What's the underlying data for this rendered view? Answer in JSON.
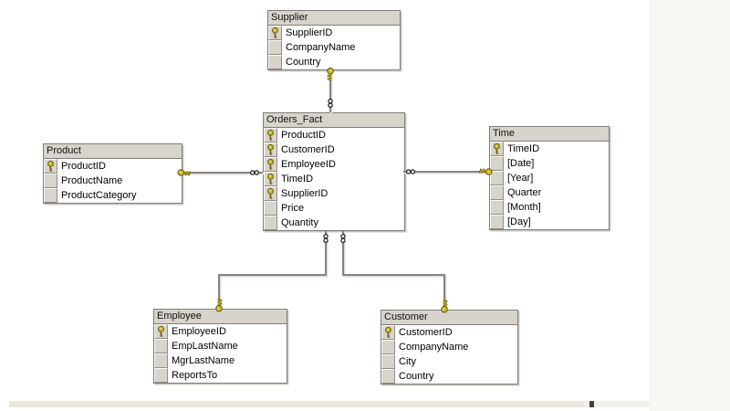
{
  "diagram": {
    "tables": [
      {
        "title": "Supplier",
        "fields": [
          {
            "name": "SupplierID",
            "primary_key": true
          },
          {
            "name": "CompanyName",
            "primary_key": false
          },
          {
            "name": "Country",
            "primary_key": false
          }
        ]
      },
      {
        "title": "Orders_Fact",
        "fields": [
          {
            "name": "ProductID",
            "primary_key": true
          },
          {
            "name": "CustomerID",
            "primary_key": true
          },
          {
            "name": "EmployeeID",
            "primary_key": true
          },
          {
            "name": "TimeID",
            "primary_key": true
          },
          {
            "name": "SupplierID",
            "primary_key": true
          },
          {
            "name": "Price",
            "primary_key": false
          },
          {
            "name": "Quantity",
            "primary_key": false
          }
        ]
      },
      {
        "title": "Product",
        "fields": [
          {
            "name": "ProductID",
            "primary_key": true
          },
          {
            "name": "ProductName",
            "primary_key": false
          },
          {
            "name": "ProductCategory",
            "primary_key": false
          }
        ]
      },
      {
        "title": "Time",
        "fields": [
          {
            "name": "TimeID",
            "primary_key": true
          },
          {
            "name": "[Date]",
            "primary_key": false
          },
          {
            "name": "[Year]",
            "primary_key": false
          },
          {
            "name": "Quarter",
            "primary_key": false
          },
          {
            "name": "[Month]",
            "primary_key": false
          },
          {
            "name": "[Day]",
            "primary_key": false
          }
        ]
      },
      {
        "title": "Employee",
        "fields": [
          {
            "name": "EmployeeID",
            "primary_key": true
          },
          {
            "name": "EmpLastName",
            "primary_key": false
          },
          {
            "name": "MgrLastName",
            "primary_key": false
          },
          {
            "name": "ReportsTo",
            "primary_key": false
          }
        ]
      },
      {
        "title": "Customer",
        "fields": [
          {
            "name": "CustomerID",
            "primary_key": true
          },
          {
            "name": "CompanyName",
            "primary_key": false
          },
          {
            "name": "City",
            "primary_key": false
          },
          {
            "name": "Country",
            "primary_key": false
          }
        ]
      }
    ],
    "relationships": [
      {
        "one_side": "Supplier",
        "many_side": "Orders_Fact",
        "one_symbol": "key",
        "many_symbol": "infinity"
      },
      {
        "one_side": "Product",
        "many_side": "Orders_Fact",
        "one_symbol": "key",
        "many_symbol": "infinity"
      },
      {
        "one_side": "Time",
        "many_side": "Orders_Fact",
        "one_symbol": "key",
        "many_symbol": "infinity"
      },
      {
        "one_side": "Employee",
        "many_side": "Orders_Fact",
        "one_symbol": "key",
        "many_symbol": "infinity"
      },
      {
        "one_side": "Customer",
        "many_side": "Orders_Fact",
        "one_symbol": "key",
        "many_symbol": "infinity"
      }
    ],
    "icons": {
      "primary_key_icon": "🔑",
      "many_cardinality_icon": "∞"
    },
    "colors": {
      "canvas": "#ffffff",
      "table_header": "#d8d4cb",
      "table_border": "#7f7d79",
      "row_selector": "#d8d4cb",
      "key_icon": "#d2bc2b",
      "connector": "#7a7876",
      "side_panel": "#f7f6f3",
      "scrollbar_track": "#f2f0ea"
    }
  }
}
